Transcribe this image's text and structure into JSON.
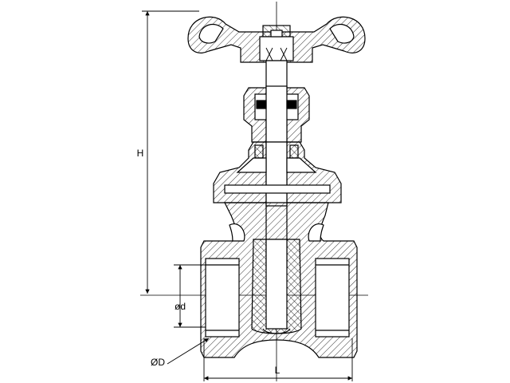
{
  "labels": {
    "height": "H",
    "inner_diameter": "ød",
    "outer_diameter": "ØD",
    "length": "L"
  },
  "colors": {
    "line": "#000000",
    "hatch": "#000000",
    "background": "#ffffff"
  }
}
